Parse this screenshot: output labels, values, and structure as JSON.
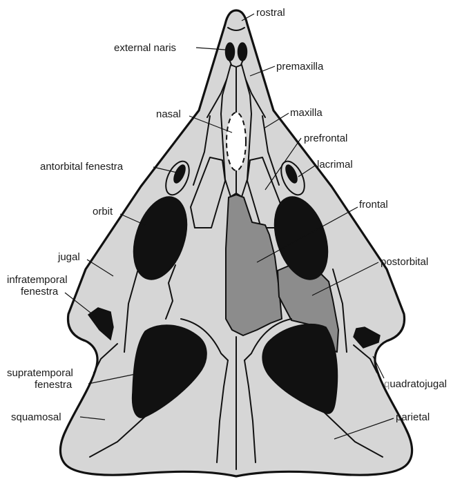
{
  "colors": {
    "bone": "#d6d6d6",
    "highlighted_bone": "#8c8c8c",
    "opening": "#111111",
    "outline": "#111111",
    "background": "#ffffff",
    "quadratojugal_first_letter": "#8c8c8c"
  },
  "labels": {
    "rostral": "rostral",
    "external_naris": "external naris",
    "premaxilla": "premaxilla",
    "nasal": "nasal",
    "maxilla": "maxilla",
    "prefrontal": "prefrontal",
    "antorbital_fenestra": "antorbital fenestra",
    "lacrimal": "lacrimal",
    "orbit": "orbit",
    "frontal": "frontal",
    "jugal": "jugal",
    "postorbital": "postorbital",
    "infratemporal_line1": "infratemporal",
    "infratemporal_line2": "fenestra",
    "supratemporal_line1": "supratemporal",
    "supratemporal_line2": "fenestra",
    "quadratojugal_first": "q",
    "quadratojugal_rest": "uadratojugal",
    "squamosal": "squamosal",
    "parietal": "parietal"
  }
}
